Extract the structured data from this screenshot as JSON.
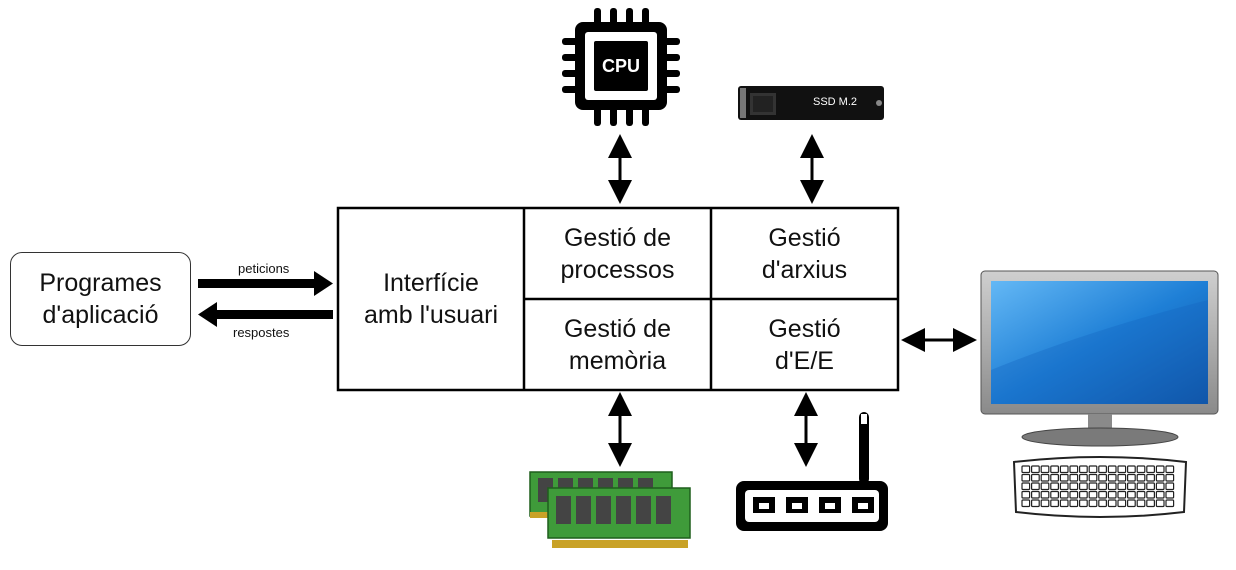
{
  "apps": {
    "line1": "Programes",
    "line2": "d'aplicació"
  },
  "arrows": {
    "requests": "peticions",
    "responses": "respostes"
  },
  "kernel": {
    "ui": {
      "line1": "Interfície",
      "line2": "amb l'usuari"
    },
    "processes": {
      "line1": "Gestió de",
      "line2": "processos"
    },
    "files": {
      "line1": "Gestió",
      "line2": "d'arxius"
    },
    "memory": {
      "line1": "Gestió de",
      "line2": "memòria"
    },
    "io": {
      "line1": "Gestió",
      "line2": "d'E/E"
    }
  },
  "devices": {
    "cpu_label": "CPU",
    "ssd_label": "SSD M.2",
    "icons": [
      "cpu-chip-icon",
      "ssd-m2-icon",
      "ram-modules-icon",
      "network-router-icon",
      "monitor-icon",
      "keyboard-icon"
    ]
  },
  "colors": {
    "ram_green": "#3f9b3a",
    "screen_blue": "#1e7fd6",
    "line": "#000000"
  }
}
